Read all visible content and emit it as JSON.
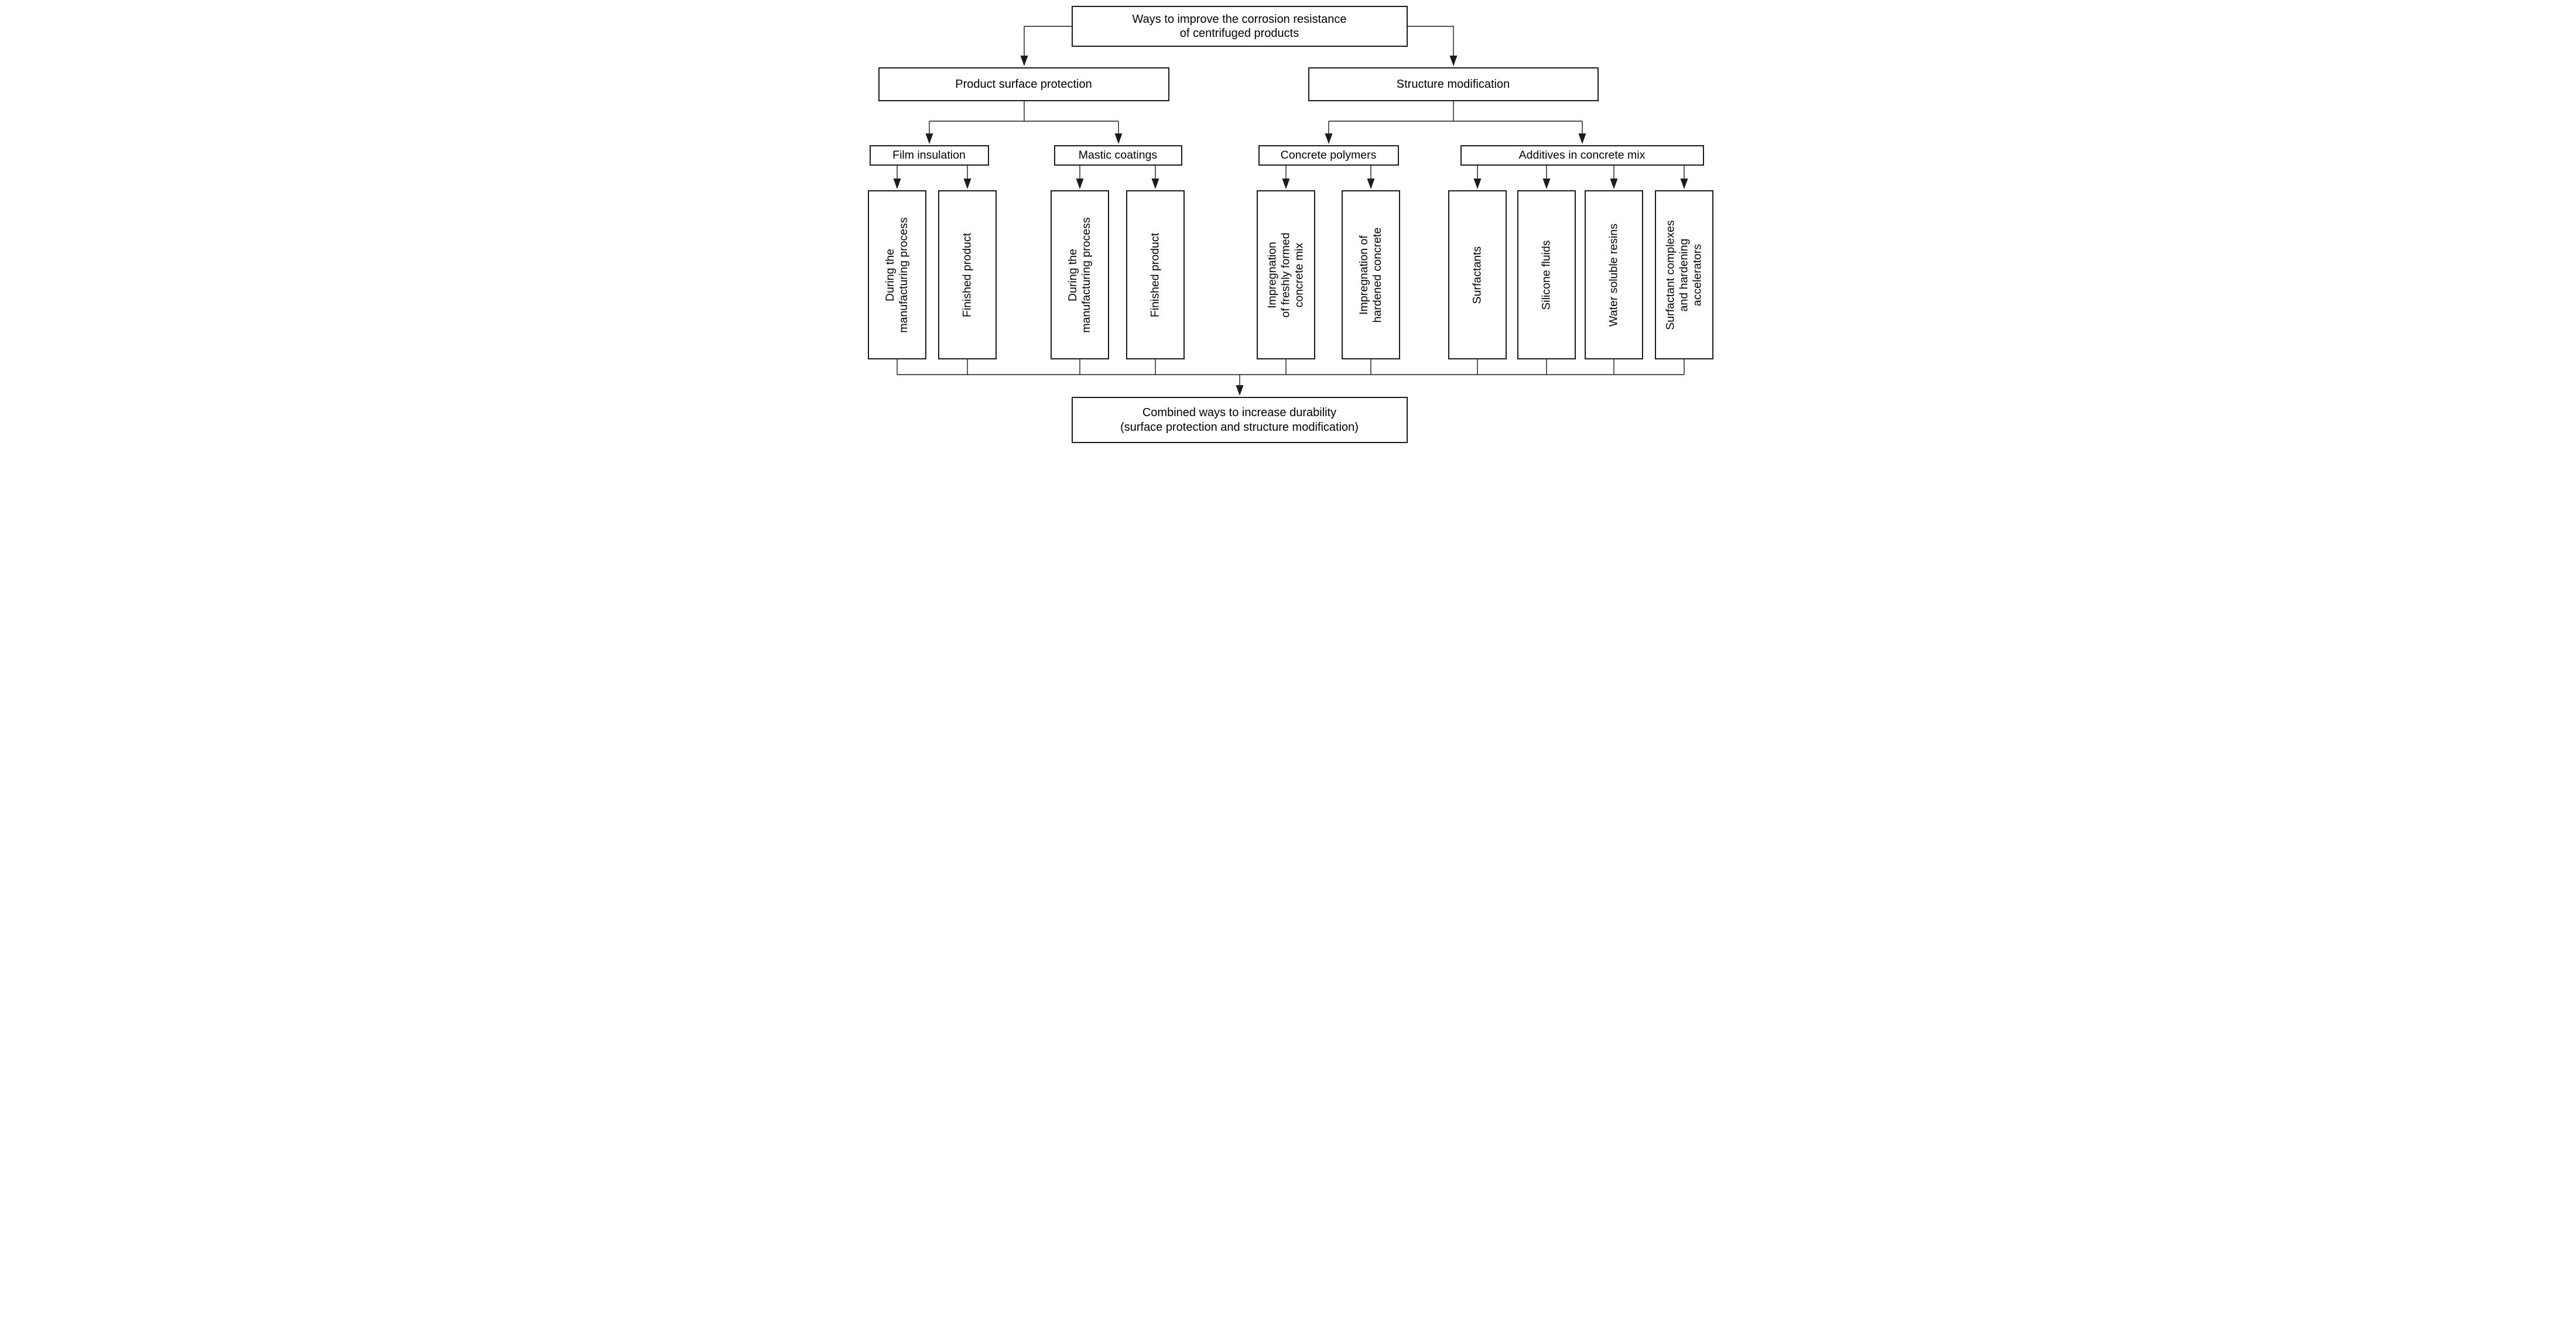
{
  "diagram_title": "Ways to improve the corrosion resistance of centrifuged products",
  "colors": {
    "box_background": "#ffffff",
    "box_border": "#1c1c1c",
    "connector": "#1c1c1c",
    "text": "#000000"
  },
  "nodes": {
    "root": {
      "label": "Ways to improve the corrosion resistance\nof centrifuged products"
    },
    "surface_protection": {
      "label": "Product surface protection"
    },
    "structure_modification": {
      "label": "Structure modification"
    },
    "film_insulation": {
      "label": "Film insulation"
    },
    "mastic_coatings": {
      "label": "Mastic coatings"
    },
    "concrete_polymers": {
      "label": "Concrete polymers"
    },
    "additives_mix": {
      "label": "Additives in concrete mix"
    },
    "film_during": {
      "label": "During the\nmanufacturing process"
    },
    "film_finished": {
      "label": "Finished product"
    },
    "mastic_during": {
      "label": "During the\nmanufacturing process"
    },
    "mastic_finished": {
      "label": "Finished product"
    },
    "impregnation_fresh": {
      "label": "Impregnation\nof freshly formed\nconcrete mix"
    },
    "impregnation_hardened": {
      "label": "Impregnation of\nhardened concrete"
    },
    "surfactants": {
      "label": "Surfactants"
    },
    "silicone_fluids": {
      "label": "Silicone fluids"
    },
    "water_soluble_resins": {
      "label": "Water soluble resins"
    },
    "surfactant_complexes": {
      "label": "Surfactant complexes\nand hardening\naccelerators"
    },
    "combined": {
      "label": "Combined ways to increase durability\n(surface protection and structure modification)"
    }
  },
  "edges": [
    {
      "from": "root",
      "to": "surface_protection"
    },
    {
      "from": "root",
      "to": "structure_modification"
    },
    {
      "from": "surface_protection",
      "to": "film_insulation"
    },
    {
      "from": "surface_protection",
      "to": "mastic_coatings"
    },
    {
      "from": "structure_modification",
      "to": "concrete_polymers"
    },
    {
      "from": "structure_modification",
      "to": "additives_mix"
    },
    {
      "from": "film_insulation",
      "to": "film_during"
    },
    {
      "from": "film_insulation",
      "to": "film_finished"
    },
    {
      "from": "mastic_coatings",
      "to": "mastic_during"
    },
    {
      "from": "mastic_coatings",
      "to": "mastic_finished"
    },
    {
      "from": "concrete_polymers",
      "to": "impregnation_fresh"
    },
    {
      "from": "concrete_polymers",
      "to": "impregnation_hardened"
    },
    {
      "from": "additives_mix",
      "to": "surfactants"
    },
    {
      "from": "additives_mix",
      "to": "silicone_fluids"
    },
    {
      "from": "additives_mix",
      "to": "water_soluble_resins"
    },
    {
      "from": "additives_mix",
      "to": "surfactant_complexes"
    },
    {
      "from": "film_during",
      "to": "combined"
    },
    {
      "from": "film_finished",
      "to": "combined"
    },
    {
      "from": "mastic_during",
      "to": "combined"
    },
    {
      "from": "mastic_finished",
      "to": "combined"
    },
    {
      "from": "impregnation_fresh",
      "to": "combined"
    },
    {
      "from": "impregnation_hardened",
      "to": "combined"
    },
    {
      "from": "surfactants",
      "to": "combined"
    },
    {
      "from": "silicone_fluids",
      "to": "combined"
    },
    {
      "from": "water_soluble_resins",
      "to": "combined"
    },
    {
      "from": "surfactant_complexes",
      "to": "combined"
    }
  ]
}
